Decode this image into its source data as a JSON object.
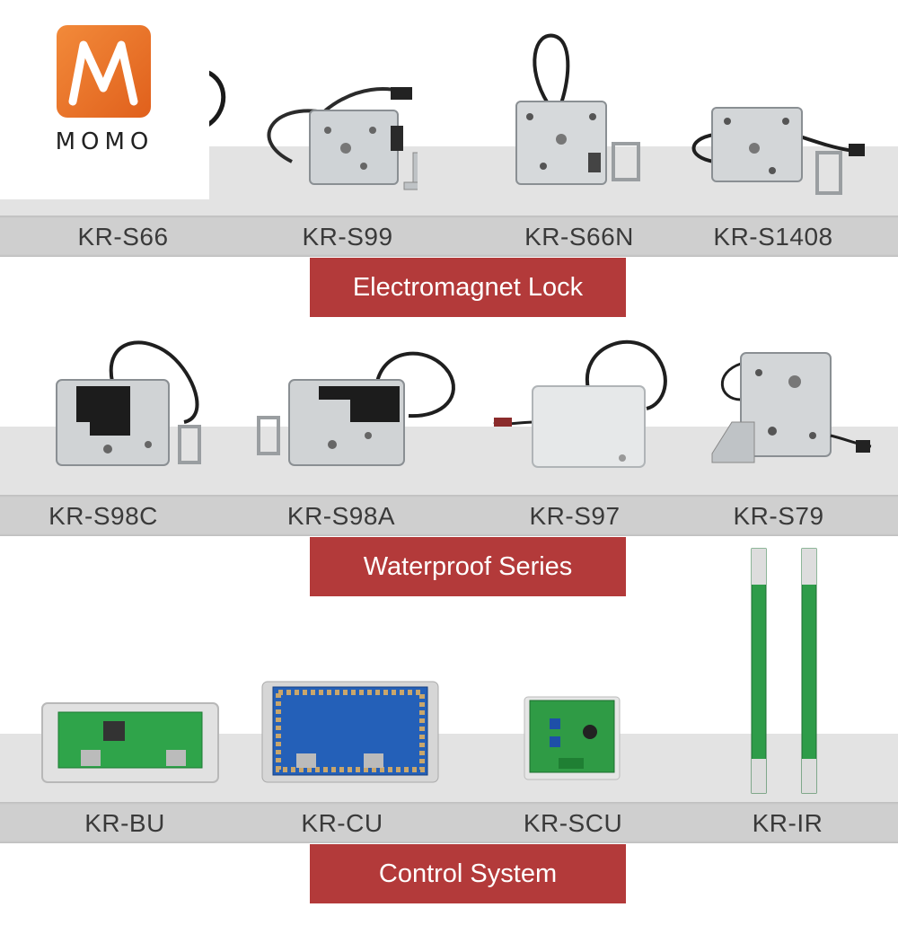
{
  "brand": {
    "name": "MOMO",
    "accent": "#b33a3a"
  },
  "sections": [
    {
      "title": "Electromagnet Lock",
      "products": [
        {
          "model": "KR-S66"
        },
        {
          "model": "KR-S99"
        },
        {
          "model": "KR-S66N"
        },
        {
          "model": "KR-S1408"
        }
      ]
    },
    {
      "title": "Waterproof Series",
      "products": [
        {
          "model": "KR-S98C"
        },
        {
          "model": "KR-S98A"
        },
        {
          "model": "KR-S97"
        },
        {
          "model": "KR-S79"
        }
      ]
    },
    {
      "title": "Control System",
      "products": [
        {
          "model": "KR-BU"
        },
        {
          "model": "KR-CU"
        },
        {
          "model": "KR-SCU"
        },
        {
          "model": "KR-IR"
        }
      ]
    }
  ]
}
